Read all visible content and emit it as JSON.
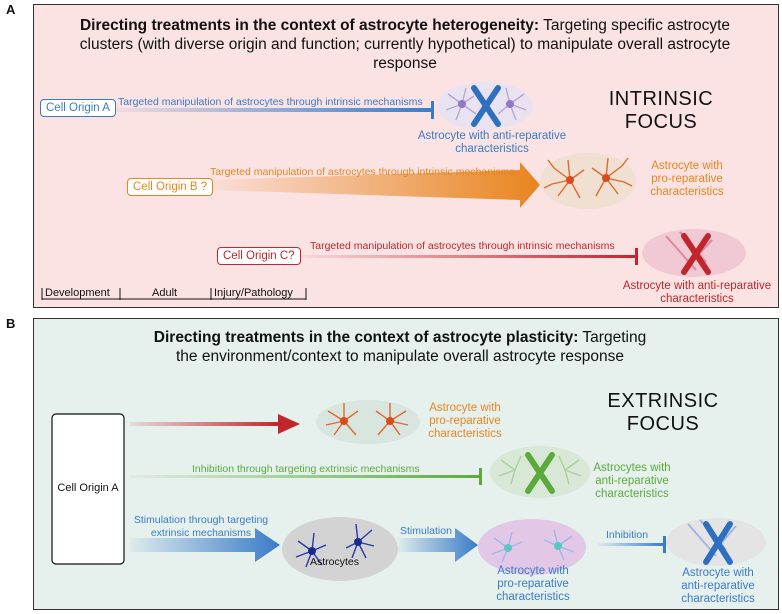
{
  "panel_a": {
    "label": "A",
    "title_bold": "Directing treatments in the context of astrocyte heterogeneity:",
    "title_rest": " Targeting specific astrocyte clusters (with diverse origin and function; currently hypothetical) to manipulate overall astrocyte response",
    "focus_line1": "INTRINSIC",
    "focus_line2": "FOCUS",
    "origin_a": "Cell Origin A",
    "origin_b": "Cell Origin B ?",
    "origin_c": "Cell Origin C?",
    "arrow_text_a": "Targeted manipulation of astrocytes through intrinsic mechanisms",
    "arrow_text_b": "Targeted manipulation of astrocytes through intrinsic mechanisms",
    "arrow_text_c": "Targeted manipulation of astrocytes through intrinsic mechanisms",
    "caption_a_line1": "Astrocyte with anti-reparative",
    "caption_a_line2": "characteristics",
    "caption_b_line1": "Astrocyte with",
    "caption_b_line2": "pro-reparative",
    "caption_b_line3": "characteristics",
    "caption_c_line1": "Astrocyte with anti-reparative",
    "caption_c_line2": "characteristics",
    "timeline": [
      "Development",
      "Adult",
      "Injury/Pathology"
    ]
  },
  "panel_b": {
    "label": "B",
    "title_bold": "Directing treatments in the context of astrocyte plasticity:",
    "title_rest": " Targeting the environment/context to manipulate overall astrocyte response",
    "focus_line1": "EXTRINSIC",
    "focus_line2": "FOCUS",
    "origin": "Cell Origin A",
    "caption_top_line1": "Astrocyte with",
    "caption_top_line2": "pro-reparative",
    "caption_top_line3": "characteristics",
    "inhibition_text": "Inhibition through targeting extrinsic mechanisms",
    "caption_mid_line1": "Astrocytes with",
    "caption_mid_line2": "anti-reparative",
    "caption_mid_line3": "characteristics",
    "stim_text_line1": "Stimulation through targeting",
    "stim_text_line2": "extrinsic mechanisms",
    "astrocytes_label": "Astrocytes",
    "stimulation_label": "Stimulation",
    "caption_pro_line1": "Astrocyte with",
    "caption_pro_line2": "pro-reparative",
    "caption_pro_line3": "characteristics",
    "inhibition_label": "Inhibition",
    "caption_anti_line1": "Astrocyte with",
    "caption_anti_line2": "anti-reparative",
    "caption_anti_line3": "characteristics"
  },
  "colors": {
    "blue": "#3a7bc8",
    "orange": "#e8851e",
    "red": "#c0262c",
    "green": "#5aab3c",
    "panel_a_bg": "#fbe3e3",
    "panel_b_bg": "#e6f1ee"
  }
}
